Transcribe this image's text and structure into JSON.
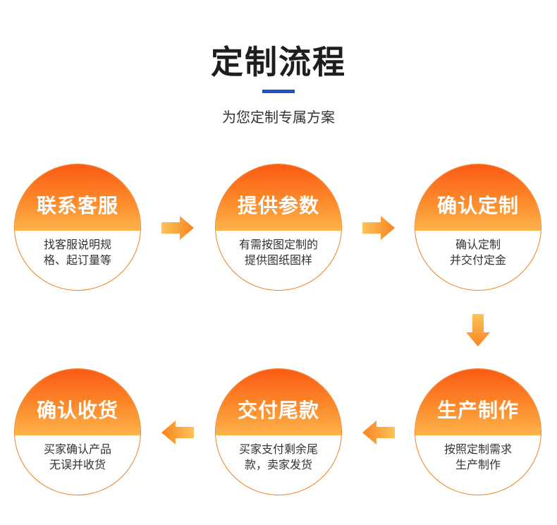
{
  "header": {
    "title": "定制流程",
    "subtitle": "为您定制专属方案"
  },
  "steps": [
    {
      "title": "联系客服",
      "desc_line1": "找客服说明规",
      "desc_line2": "格、起订量等"
    },
    {
      "title": "提供参数",
      "desc_line1": "有需按图定制的",
      "desc_line2": "提供图纸图样"
    },
    {
      "title": "确认定制",
      "desc_line1": "确认定制",
      "desc_line2": "并交付定金"
    },
    {
      "title": "生产制作",
      "desc_line1": "按照定制需求",
      "desc_line2": "生产制作"
    },
    {
      "title": "交付尾款",
      "desc_line1": "买家支付剩余尾",
      "desc_line2": "款，卖家发货"
    },
    {
      "title": "确认收货",
      "desc_line1": "买家确认产品",
      "desc_line2": "无误并收货"
    }
  ],
  "colors": {
    "accent_orange": "#fb5a15",
    "accent_light": "#fdb34c",
    "title_bar_blue": "#1f4fc4"
  }
}
